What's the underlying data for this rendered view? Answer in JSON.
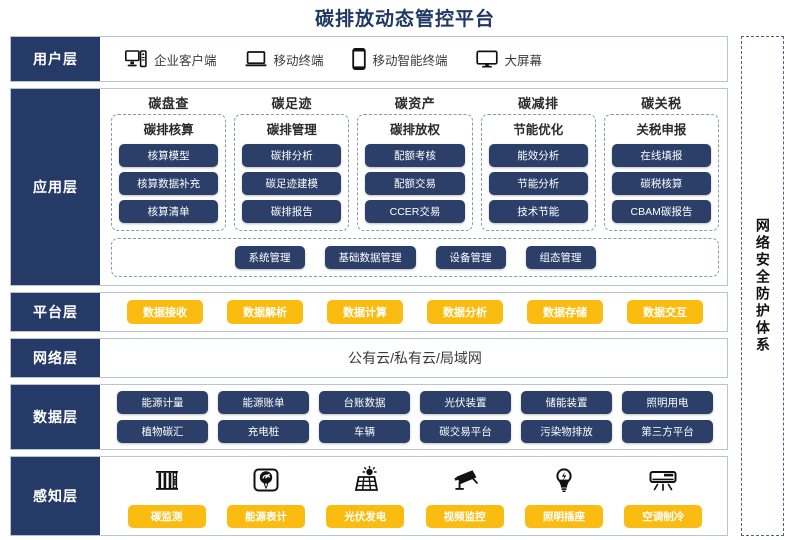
{
  "title": "碳排放动态管控平台",
  "security_band": {
    "text": "网络安全防护体系"
  },
  "colors": {
    "navy": "#253a66",
    "pill_navy": "#2b3f69",
    "yellow": "#fbbc12",
    "title_blue": "#1f3864",
    "border": "#b9c2d6",
    "dashed": "#8d98ae"
  },
  "layers": {
    "user": {
      "label": "用户层",
      "items": [
        {
          "icon": "desktop-tower-icon",
          "label": "企业客户端"
        },
        {
          "icon": "laptop-icon",
          "label": "移动终端"
        },
        {
          "icon": "smartphone-icon",
          "label": "移动智能终端"
        },
        {
          "icon": "monitor-icon",
          "label": "大屏幕"
        }
      ]
    },
    "application": {
      "label": "应用层",
      "columns": [
        {
          "title": "碳盘查",
          "subtitle": "碳排核算",
          "items": [
            "核算模型",
            "核算数据补充",
            "核算清单"
          ]
        },
        {
          "title": "碳足迹",
          "subtitle": "碳排管理",
          "items": [
            "碳排分析",
            "碳足迹建模",
            "碳排报告"
          ]
        },
        {
          "title": "碳资产",
          "subtitle": "碳排放权",
          "items": [
            "配额考核",
            "配额交易",
            "CCER交易"
          ]
        },
        {
          "title": "碳减排",
          "subtitle": "节能优化",
          "items": [
            "能效分析",
            "节能分析",
            "技术节能"
          ]
        },
        {
          "title": "碳关税",
          "subtitle": "关税申报",
          "items": [
            "在线填报",
            "碳税核算",
            "CBAM碳报告"
          ]
        }
      ],
      "management": [
        "系统管理",
        "基础数据管理",
        "设备管理",
        "组态管理"
      ]
    },
    "platform": {
      "label": "平台层",
      "items": [
        "数据接收",
        "数据解析",
        "数据计算",
        "数据分析",
        "数据存储",
        "数据交互"
      ]
    },
    "network": {
      "label": "网络层",
      "text": "公有云/私有云/局域网"
    },
    "data": {
      "label": "数据层",
      "row1": [
        "能源计量",
        "能源账单",
        "台账数据",
        "光伏装置",
        "储能装置",
        "照明用电"
      ],
      "row2": [
        "植物碳汇",
        "充电桩",
        "车辆",
        "碳交易平台",
        "污染物排放",
        "第三方平台"
      ]
    },
    "perception": {
      "label": "感知层",
      "items": [
        {
          "icon": "carbon-monitor-icon",
          "label": "碳监测"
        },
        {
          "icon": "energy-meter-icon",
          "label": "能源表计"
        },
        {
          "icon": "solar-panel-icon",
          "label": "光伏发电"
        },
        {
          "icon": "cctv-camera-icon",
          "label": "视频监控"
        },
        {
          "icon": "light-bulb-icon",
          "label": "照明插座"
        },
        {
          "icon": "air-conditioner-icon",
          "label": "空调制冷"
        }
      ]
    }
  }
}
